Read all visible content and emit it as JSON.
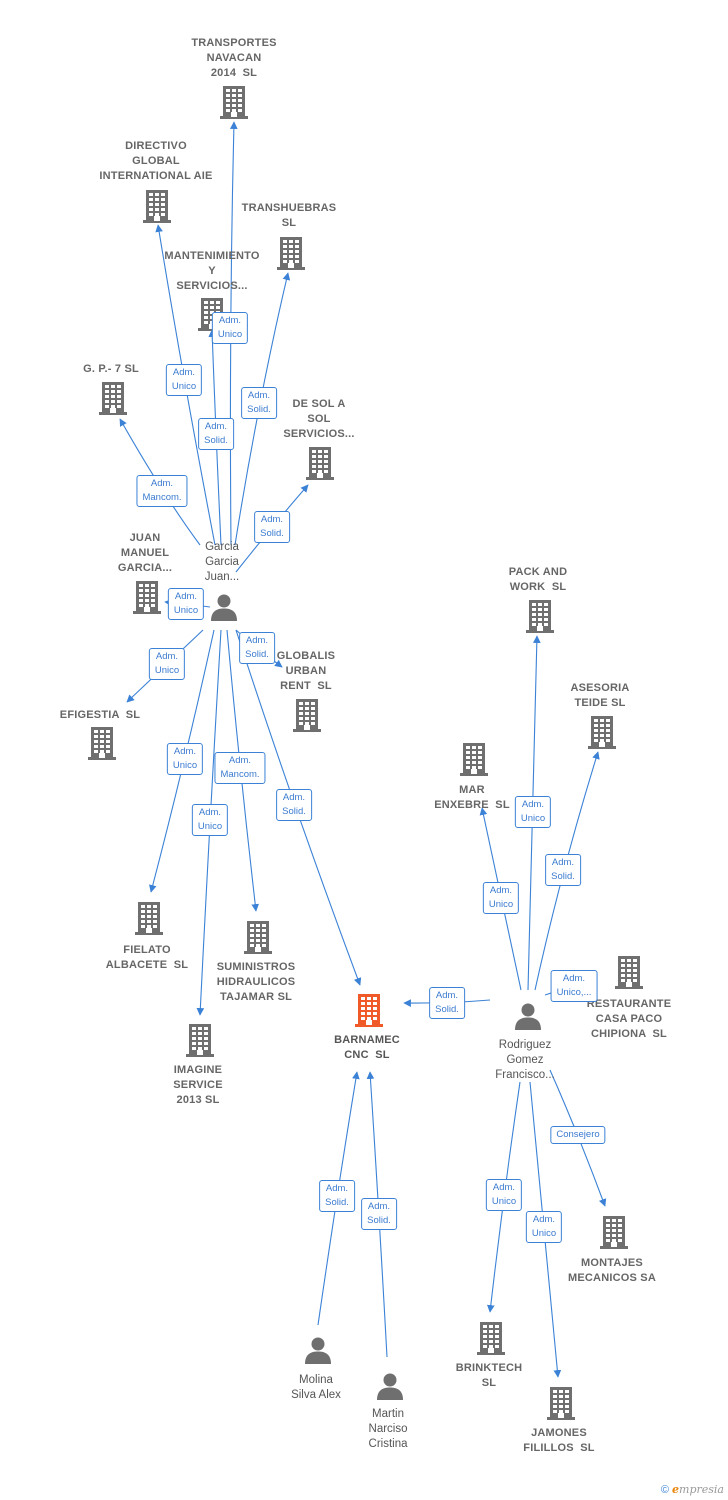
{
  "colors": {
    "edge": "#3b82d6",
    "company": "#6f6f6f",
    "focus": "#f05a28",
    "person": "#6f6f6f"
  },
  "footer": {
    "copyright": "©",
    "brand_e": "e",
    "brand_rest": "mpresia"
  },
  "nodes": [
    {
      "id": "transportes",
      "type": "company",
      "label": "TRANSPORTES\nNAVACAN\n2014  SL"
    },
    {
      "id": "directivo",
      "type": "company",
      "label": "DIRECTIVO\nGLOBAL\nINTERNATIONAL AIE"
    },
    {
      "id": "transhuebras",
      "type": "company",
      "label": "TRANSHUEBRAS\nSL"
    },
    {
      "id": "mantenimiento",
      "type": "company",
      "label": "MANTENIMIENTO\nY\nSERVICIOS..."
    },
    {
      "id": "gp7",
      "type": "company",
      "label": "G. P.- 7 SL"
    },
    {
      "id": "desol",
      "type": "company",
      "label": "DE SOL A\nSOL\nSERVICIOS..."
    },
    {
      "id": "juanmanuel",
      "type": "company",
      "label": "JUAN\nMANUEL\nGARCIA..."
    },
    {
      "id": "garcia",
      "type": "person",
      "label": "Garcia\nGarcia\nJuan..."
    },
    {
      "id": "globalis",
      "type": "company",
      "label": "GLOBALIS\nURBAN\nRENT  SL"
    },
    {
      "id": "efigestia",
      "type": "company",
      "label": "EFIGESTIA  SL"
    },
    {
      "id": "packwork",
      "type": "company",
      "label": "PACK AND\nWORK  SL"
    },
    {
      "id": "asesoria",
      "type": "company",
      "label": "ASESORIA\nTEIDE SL"
    },
    {
      "id": "marexnebre",
      "type": "company",
      "label": "MAR\nENXEBRE  SL"
    },
    {
      "id": "fielato",
      "type": "company",
      "label": "FIELATO\nALBACETE  SL"
    },
    {
      "id": "suministros",
      "type": "company",
      "label": "SUMINISTROS\nHIDRAULICOS\nTAJAMAR SL"
    },
    {
      "id": "restaurante",
      "type": "company",
      "label": "RESTAURANTE\nCASA PACO\nCHIPIONA  SL"
    },
    {
      "id": "barnamec",
      "type": "focus",
      "label": "BARNAMEC\nCNC  SL"
    },
    {
      "id": "rodriguez",
      "type": "person",
      "label": "Rodriguez\nGomez\nFrancisco..."
    },
    {
      "id": "imagine",
      "type": "company",
      "label": "IMAGINE\nSERVICE\n2013 SL"
    },
    {
      "id": "montajes",
      "type": "company",
      "label": "MONTAJES\nMECANICOS SA"
    },
    {
      "id": "brinktech",
      "type": "company",
      "label": "BRINKTECH\nSL"
    },
    {
      "id": "molina",
      "type": "person",
      "label": "Molina\nSilva Alex"
    },
    {
      "id": "martin",
      "type": "person",
      "label": "Martin\nNarciso\nCristina"
    },
    {
      "id": "jamones",
      "type": "company",
      "label": "JAMONES\nFILILLOS  SL"
    }
  ],
  "edges": [
    {
      "from": "garcia",
      "to": "transportes",
      "label": "Adm.\nUnico"
    },
    {
      "from": "garcia",
      "to": "directivo",
      "label": "Adm.\nUnico"
    },
    {
      "from": "garcia",
      "to": "transhuebras",
      "label": "Adm.\nSolid."
    },
    {
      "from": "garcia",
      "to": "mantenimiento",
      "label": "Adm.\nSolid."
    },
    {
      "from": "garcia",
      "to": "gp7",
      "label": "Adm.\nMancom."
    },
    {
      "from": "garcia",
      "to": "desol",
      "label": "Adm.\nSolid."
    },
    {
      "from": "garcia",
      "to": "juanmanuel",
      "label": "Adm.\nUnico"
    },
    {
      "from": "garcia",
      "to": "globalis",
      "label": "Adm.\nSolid."
    },
    {
      "from": "garcia",
      "to": "efigestia",
      "label": "Adm.\nUnico"
    },
    {
      "from": "garcia",
      "to": "fielato",
      "label": "Adm.\nUnico"
    },
    {
      "from": "garcia",
      "to": "suministros",
      "label": "Adm.\nMancom."
    },
    {
      "from": "garcia",
      "to": "imagine",
      "label": "Adm.\nUnico"
    },
    {
      "from": "garcia",
      "to": "barnamec",
      "label": "Adm.\nSolid."
    },
    {
      "from": "rodriguez",
      "to": "packwork",
      "label": "Adm.\nUnico"
    },
    {
      "from": "rodriguez",
      "to": "asesoria",
      "label": "Adm.\nSolid."
    },
    {
      "from": "rodriguez",
      "to": "marexnebre",
      "label": "Adm.\nUnico"
    },
    {
      "from": "rodriguez",
      "to": "restaurante",
      "label": "Adm.\nUnico,..."
    },
    {
      "from": "rodriguez",
      "to": "barnamec",
      "label": "Adm.\nSolid."
    },
    {
      "from": "rodriguez",
      "to": "montajes",
      "label": "Consejero"
    },
    {
      "from": "rodriguez",
      "to": "brinktech",
      "label": "Adm.\nUnico"
    },
    {
      "from": "rodriguez",
      "to": "jamones",
      "label": "Adm.\nUnico"
    },
    {
      "from": "molina",
      "to": "barnamec",
      "label": "Adm.\nSolid."
    },
    {
      "from": "martin",
      "to": "barnamec",
      "label": "Adm.\nSolid."
    }
  ]
}
